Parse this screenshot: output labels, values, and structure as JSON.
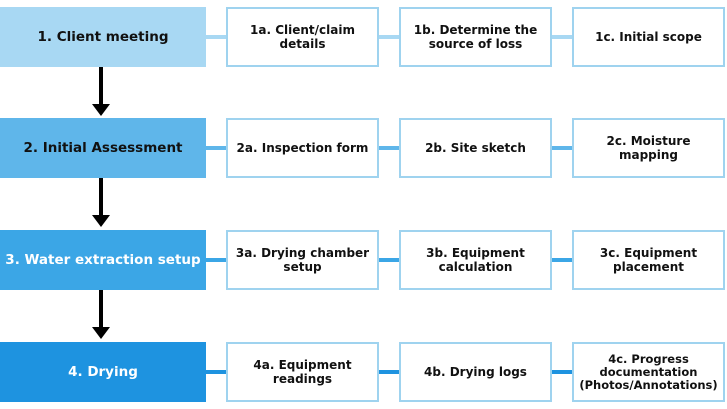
{
  "rows": [
    {
      "main": "1. Client meeting",
      "subs": [
        "1a. Client/claim details",
        "1b. Determine the source of loss",
        "1c. Initial scope"
      ],
      "colors": {
        "fill": "#a8d8f3",
        "text": "#111111",
        "line": "#a8d8f3",
        "border": "#9fd3ef"
      }
    },
    {
      "main": "2. Initial Assessment",
      "subs": [
        "2a. Inspection form",
        "2b. Site sketch",
        "2c. Moisture mapping"
      ],
      "colors": {
        "fill": "#5fb6ea",
        "text": "#111111",
        "line": "#5fb6ea",
        "border": "#9fd3ef"
      }
    },
    {
      "main": "3. Water extraction setup",
      "subs": [
        "3a. Drying chamber setup",
        "3b. Equipment calculation",
        "3c. Equipment placement"
      ],
      "colors": {
        "fill": "#3ba6e6",
        "text": "#ffffff",
        "line": "#3ba6e6",
        "border": "#9fd3ef"
      }
    },
    {
      "main": "4. Drying",
      "subs": [
        "4a. Equipment readings",
        "4b. Drying logs",
        "4c. Progress documentation (Photos/Annotations)"
      ],
      "colors": {
        "fill": "#1e93e0",
        "text": "#ffffff",
        "line": "#1e93e0",
        "border": "#9fd3ef"
      }
    }
  ]
}
